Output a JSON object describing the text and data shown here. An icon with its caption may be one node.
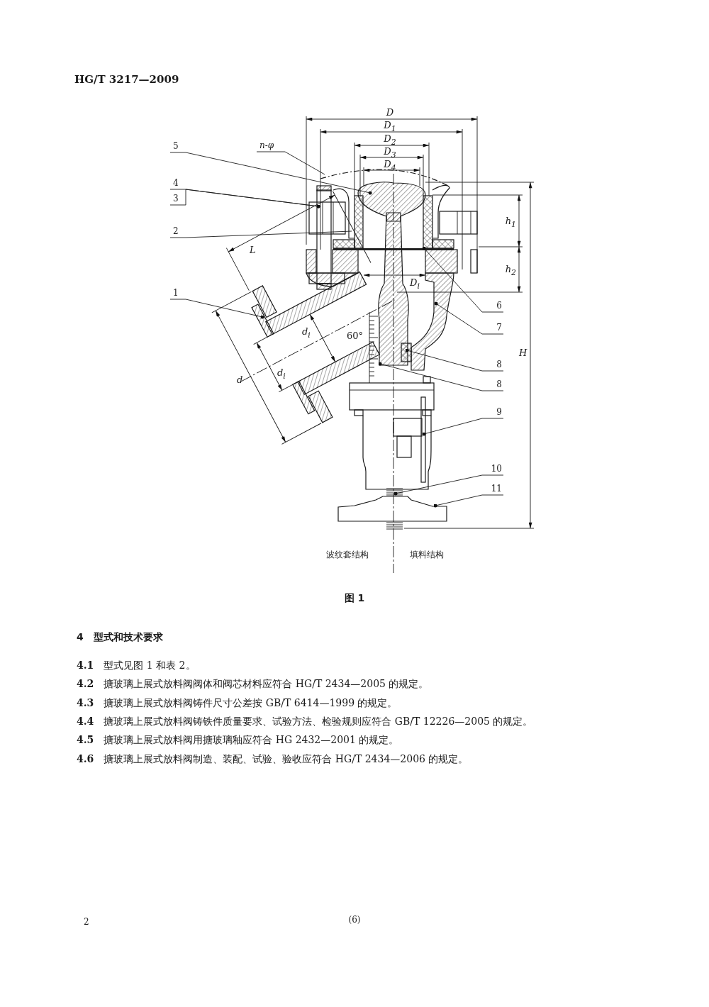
{
  "diagram": {
    "caption": "图 1",
    "nodes": [
      {
        "text": [
          "5"
        ]
      },
      {
        "text": [
          "n-φ"
        ]
      },
      {
        "text": [
          "4"
        ]
      },
      {
        "text": [
          "3"
        ]
      },
      {
        "text": [
          "2"
        ]
      },
      {
        "text": [
          "1"
        ]
      },
      {
        "text": [
          "6"
        ]
      },
      {
        "text": [
          "7"
        ]
      },
      {
        "text": [
          "8"
        ]
      },
      {
        "text": [
          "8"
        ]
      },
      {
        "text": [
          "9"
        ]
      },
      {
        "text": [
          "10"
        ]
      },
      {
        "text": [
          "11"
        ]
      }
    ],
    "edges": [
      {
        "from": 0,
        "to": null,
        "arrow": "other"
      },
      {
        "from": 1,
        "to": null,
        "arrow": "none"
      },
      {
        "from": 2,
        "to": null,
        "arrow": "other"
      },
      {
        "from": 3,
        "to": null,
        "arrow": "other"
      },
      {
        "from": 4,
        "to": null,
        "arrow": "none"
      },
      {
        "from": 5,
        "to": null,
        "arrow": "other"
      },
      {
        "from": 6,
        "to": null,
        "arrow": "other"
      },
      {
        "from": 7,
        "to": null,
        "arrow": "other"
      },
      {
        "from": 8,
        "to": null,
        "arrow": "other"
      },
      {
        "from": 9,
        "to": null,
        "arrow": "other"
      },
      {
        "from": 10,
        "to": null,
        "arrow": "other"
      },
      {
        "from": 11,
        "to": null,
        "arrow": "other"
      },
      {
        "from": 12,
        "to": null,
        "arrow": "other"
      }
    ],
    "labels": [
      "HG/T 3217—2009",
      "D",
      "D$_{1}$",
      "D$_{2}$",
      "D$_{3}$",
      "D$_{4}$",
      "h$_{1}$",
      "L",
      "D$_{i}$",
      "h$_{2}$",
      "H",
      "d$_{i}$",
      "60°",
      "d$_{i}$",
      "d",
      "波纹套结构",
      "填料结构",
      "4　型式和技术要求",
      "**4.1**　型式见图 1 和表 2。",
      "**4.2**　搪玻璃上展式放料阀阀体和阀芯材料应符合 HG/T 2434—2005 的规定。",
      "**4.3**　搪玻璃上展式放料阀铸件尺寸公差按 GB/T 6414—1999 的规定。",
      "**4.4**　搪玻璃上展式放料阀铸铁件质量要求、试验方法、检验规则应符合 GB/T 12226—2005 的规定。",
      "**4.5**　搪玻璃上展式放料阀用搪玻璃釉应符合 HG 2432—2001 的规定。",
      "**4.6**　搪玻璃上展式放料阀制造、装配、试验、验收应符合 HG/T 2434—2006 的规定。",
      "2",
      "(6)"
    ]
  }
}
